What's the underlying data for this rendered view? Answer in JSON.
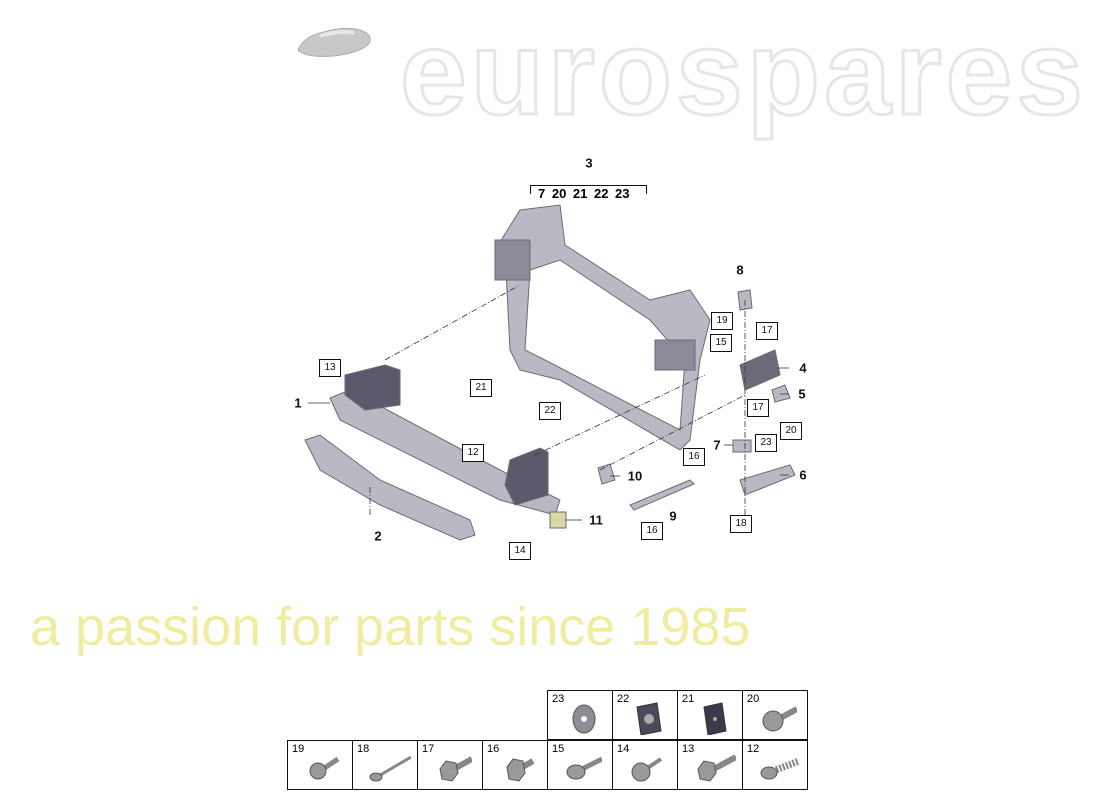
{
  "watermark": {
    "brand": "eurospares",
    "slogan": "a passion for parts since 1985"
  },
  "assembly": {
    "main_label": "3",
    "group_items": "7 20 21 22 23"
  },
  "callouts": {
    "bold": [
      "1",
      "2",
      "4",
      "5",
      "6",
      "7",
      "8",
      "9",
      "10",
      "11"
    ],
    "boxed": [
      "13",
      "21",
      "22",
      "12",
      "14",
      "19",
      "15",
      "17",
      "17",
      "20",
      "23",
      "16",
      "16",
      "18"
    ]
  },
  "parts_table": {
    "top_row": [
      "23",
      "22",
      "21",
      "20"
    ],
    "bottom_row": [
      "19",
      "18",
      "17",
      "16",
      "15",
      "14",
      "13",
      "12"
    ]
  },
  "colors": {
    "part_fill": "#b9b9c4",
    "part_dark": "#5a5a6a",
    "watermark_slogan": "#f6f3b8"
  }
}
